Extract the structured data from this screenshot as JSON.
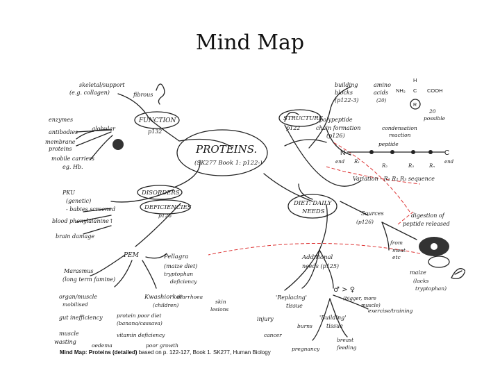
{
  "slide": {
    "title": "Mind Map"
  },
  "center": {
    "line1": "PROTEINS.",
    "line2": "(SK277 Book 1: p122-)"
  },
  "function": {
    "label": "FUNCTION",
    "page": "p132",
    "skeletal1": "skeletal/support",
    "skeletal2": "(e.g. collagen)",
    "fibrous": "fibrous",
    "enzymes": "enzymes",
    "antibodies": "antibodies",
    "globular": "globular",
    "membrane1": "membrane",
    "membrane2": "proteins",
    "mobile1": "mobile carriers",
    "mobile2": "eg. Hb."
  },
  "structure": {
    "label": "STRUCTURE",
    "page": "p122",
    "building1": "building",
    "building2": "blocks",
    "building3": "(p122-3)",
    "amino1": "amino",
    "amino2": "acids",
    "amino3": "(20)",
    "formula_nh2": "NH₂",
    "formula_c": "C",
    "formula_cooh": "COOH",
    "formula_h": "H",
    "formula_r": "R",
    "possible1": "20",
    "possible2": "possible",
    "poly1": "polypeptide",
    "poly2": "chain formation",
    "poly3": "(p126)",
    "cond1": "condensation",
    "cond2": "reaction",
    "peptide": "peptide",
    "chain_n": "N",
    "chain_c": "C",
    "end": "end",
    "end2": "end",
    "r1": "R₁",
    "r2": "R₂",
    "r3": "R₃",
    "rn": "Rₙ",
    "variation": "Variation - R₁ R₂ R₃ sequence"
  },
  "disorders": {
    "label1": "DISORDERS",
    "label2": "DEFICIENCIES",
    "page": "p126",
    "pku1": "PKU",
    "pku2": "(genetic)",
    "pku3": "- babies screened",
    "pku4": "blood phenylalanine↑",
    "pku5": "brain damage"
  },
  "pem": {
    "label": "PEM",
    "mar1": "Marasmus",
    "mar2": "(long term famine)",
    "org1": "organ/muscle",
    "org2": "mobilised",
    "gut": "gut inefficiency",
    "wast1": "muscle",
    "wast2": "wasting",
    "kwash1": "Kwashiorkor",
    "kwash2": "(children)",
    "diet1": "protein poor diet",
    "diet2": "(banana/cassava)",
    "vita": "vitamin deficiency",
    "oedema": "oedema",
    "growth": "poor growth",
    "pella1": "Pellagra",
    "pella2": "(maize diet)",
    "tryp1": "tryptophan",
    "tryp2": "deficiency",
    "diarrhoea": "diarrhoea",
    "skin1": "skin",
    "skin2": "lesions"
  },
  "diet": {
    "label1": "DIET: DAILY",
    "label2": "NEEDS",
    "sources1": "Sources",
    "sources2": "(p126)",
    "digest1": "digestion of",
    "digest2": "peptide released",
    "from1": "from",
    "from2": "meat",
    "from3": "etc",
    "maize1": "maize",
    "maize2": "(lacks",
    "maize3": "tryptophan)",
    "add1": "Additional",
    "add2": "needs (p125)",
    "repl1": "'Replacing'",
    "repl2": "tissue",
    "injury": "injury",
    "cancer": "cancer",
    "burns": "burns",
    "build1": "'Building'",
    "build2": "tissue",
    "exercise": "exercise/training",
    "sex": "♂ > ♀",
    "bigger1": "(bigger, more",
    "bigger2": "muscle)",
    "preg": "pregnancy",
    "breast1": "breast",
    "breast2": "feeding"
  },
  "caption": {
    "bold": "Mind Map: Proteins (detailed)",
    "rest": " based on p. 122-127, Book 1. SK277, Human Biology"
  }
}
